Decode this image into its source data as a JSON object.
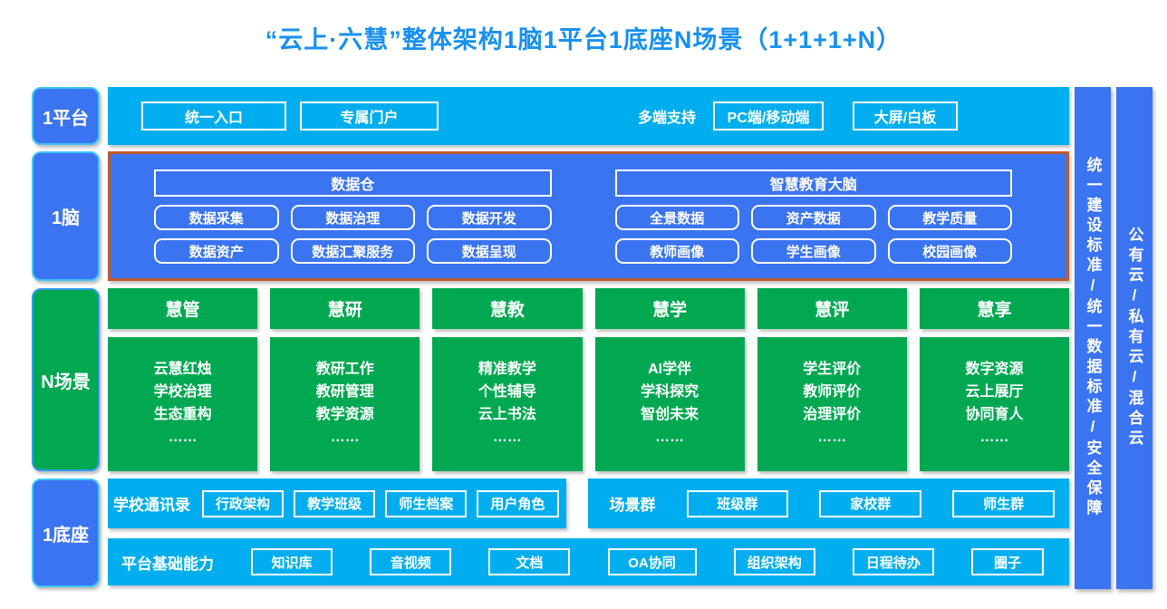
{
  "title": "“云上·六慧”整体架构1脑1平台1底座N场景（1+1+1+N）",
  "colors": {
    "title_blue": "#1890EE",
    "cyan": "#00AEEF",
    "brand_blue": "#3B74F1",
    "green": "#00A851",
    "orange_border": "#C05A28"
  },
  "platform_row": {
    "label": "1平台",
    "entry_buttons": [
      "统一入口",
      "专属门户"
    ],
    "multi_support_label": "多端支持",
    "device_buttons": [
      "PC端/移动端",
      "大屏/白板"
    ]
  },
  "brain_row": {
    "label": "1脑",
    "groups": [
      {
        "header": "数据仓",
        "row1": [
          "数据采集",
          "数据治理",
          "数据开发"
        ],
        "row2": [
          "数据资产",
          "数据汇聚服务",
          "数据呈现"
        ]
      },
      {
        "header": "智慧教育大脑",
        "row1": [
          "全景数据",
          "资产数据",
          "教学质量"
        ],
        "row2": [
          "教师画像",
          "学生画像",
          "校园画像"
        ]
      }
    ]
  },
  "scenes_row": {
    "label": "N场景",
    "columns": [
      {
        "header": "慧管",
        "items": [
          "云慧红烛",
          "学校治理",
          "生态重构",
          "……"
        ]
      },
      {
        "header": "慧研",
        "items": [
          "教研工作",
          "教研管理",
          "教学资源",
          "……"
        ]
      },
      {
        "header": "慧教",
        "items": [
          "精准教学",
          "个性辅导",
          "云上书法",
          "……"
        ]
      },
      {
        "header": "慧学",
        "items": [
          "AI学伴",
          "学科探究",
          "智创未来",
          "……"
        ]
      },
      {
        "header": "慧评",
        "items": [
          "学生评价",
          "教师评价",
          "治理评价",
          "……"
        ]
      },
      {
        "header": "慧享",
        "items": [
          "数字资源",
          "云上展厅",
          "协同育人",
          "……"
        ]
      }
    ]
  },
  "base_row": {
    "label": "1底座",
    "contacts": {
      "title": "学校通讯录",
      "buttons": [
        "行政架构",
        "教学班级",
        "师生档案",
        "用户角色"
      ]
    },
    "scene_groups": {
      "title": "场景群",
      "buttons": [
        "班级群",
        "家校群",
        "师生群"
      ]
    },
    "platform_capability": {
      "title": "平台基础能力",
      "buttons": [
        "知识库",
        "音视频",
        "文档",
        "OA协同",
        "组织架构",
        "日程待办",
        "圈子"
      ]
    }
  },
  "side_bars": [
    {
      "text": "统一建设标准/统一数据标准/安全保障"
    },
    {
      "text": "公有云/私有云/混合云"
    }
  ]
}
